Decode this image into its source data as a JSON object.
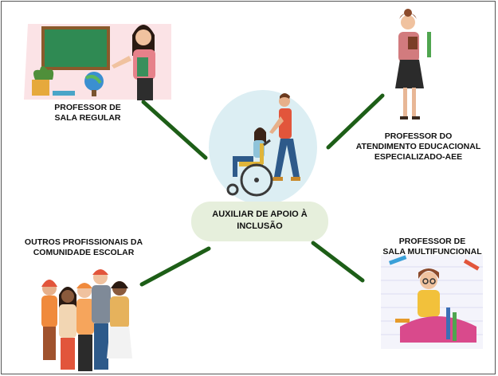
{
  "center": {
    "line1": "AUXILIAR DE APOIO À",
    "line2": "INCLUSÃO"
  },
  "nodes": {
    "top_left": {
      "line1": "PROFESSOR DE",
      "line2": "SALA REGULAR"
    },
    "top_right": {
      "line1": "PROFESSOR DO",
      "line2": "ATENDIMENTO EDUCACIONAL",
      "line3": "ESPECIALIZADO-AEE"
    },
    "bottom_left": {
      "line1": "OUTROS PROFISSIONAIS DA",
      "line2": "COMUNIDADE ESCOLAR"
    },
    "bottom_right": {
      "line1": "PROFESSOR DE",
      "line2": "SALA MULTIFUNCIONAL"
    }
  },
  "colors": {
    "connector": "#1d5e17",
    "center_fill": "#e6efdc",
    "chalkboard": "#2f8a53"
  }
}
